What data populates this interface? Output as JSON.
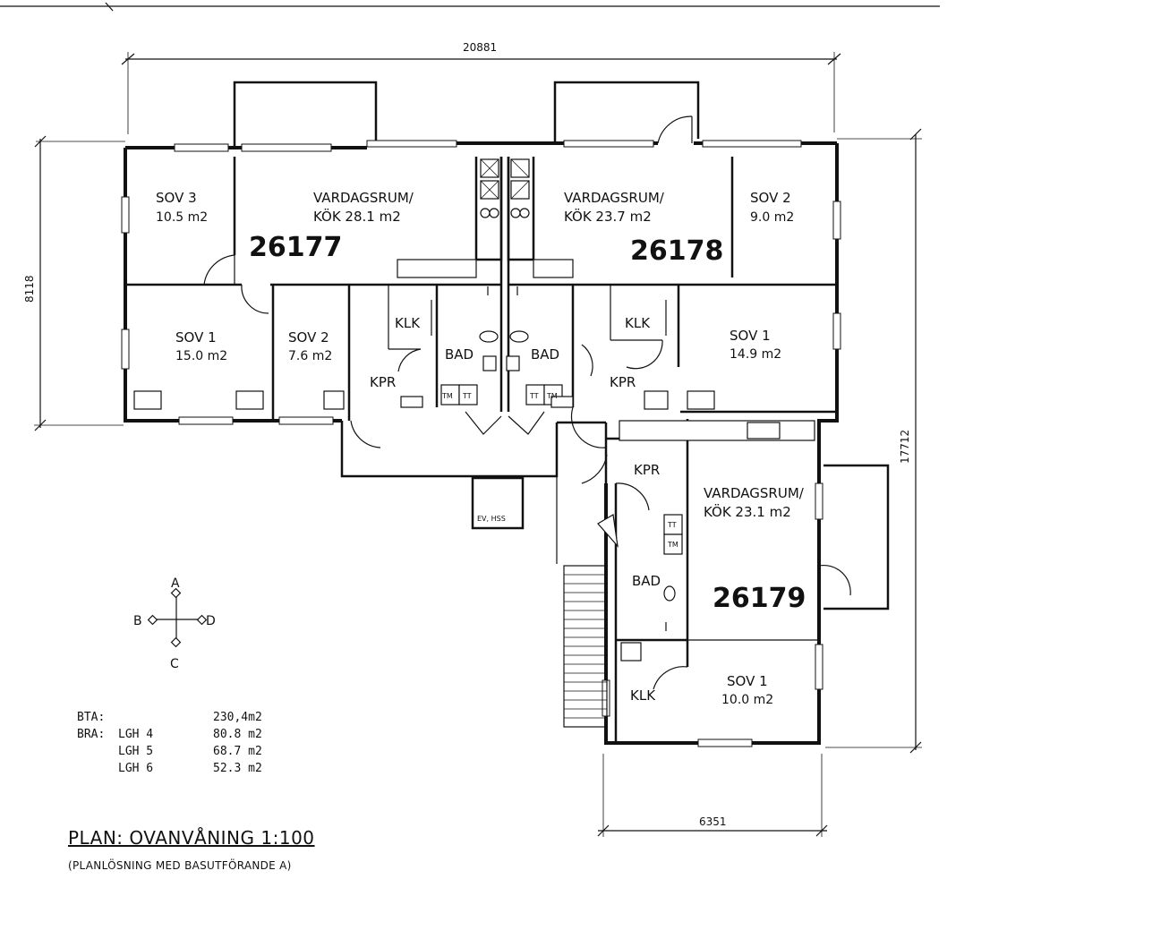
{
  "plan": {
    "title": "PLAN: OVANVÅNING 1:100",
    "subtitle": "(PLANLÖSNING MED BASUTFÖRANDE A)",
    "dimensions": {
      "top": "20881",
      "left": "8118",
      "right": "17712",
      "bottom": "6351"
    },
    "compass": {
      "a": "A",
      "b": "B",
      "c": "C",
      "d": "D"
    },
    "stair_box": "EV, HSS",
    "apartments": {
      "a26177": {
        "number": "26177",
        "living": {
          "name": "VARDAGSRUM/",
          "area": "KÖK 28.1 m2"
        },
        "sov3": {
          "name": "SOV 3",
          "area": "10.5 m2"
        },
        "sov1": {
          "name": "SOV 1",
          "area": "15.0 m2"
        },
        "sov2": {
          "name": "SOV 2",
          "area": "7.6 m2"
        },
        "klk": "KLK",
        "bad": "BAD",
        "kpr": "KPR",
        "tm": "TM",
        "tt": "TT"
      },
      "a26178": {
        "number": "26178",
        "living": {
          "name": "VARDAGSRUM/",
          "area": "KÖK 23.7 m2"
        },
        "sov2": {
          "name": "SOV 2",
          "area": "9.0 m2"
        },
        "sov1": {
          "name": "SOV 1",
          "area": "14.9 m2"
        },
        "klk": "KLK",
        "bad": "BAD",
        "kpr": "KPR",
        "tm": "TM",
        "tt": "TT"
      },
      "a26179": {
        "number": "26179",
        "living": {
          "name": "VARDAGSRUM/",
          "area": "KÖK 23.1 m2"
        },
        "sov1": {
          "name": "SOV 1",
          "area": "10.0 m2"
        },
        "klk": "KLK",
        "bad": "BAD",
        "kpr": "KPR",
        "tm": "TM",
        "tt": "TT"
      }
    },
    "areas": {
      "bta": {
        "label": "BTA:",
        "value": "230,4m2"
      },
      "bra_label": "BRA:",
      "rows": [
        {
          "name": "LGH 4",
          "value": "80.8 m2"
        },
        {
          "name": "LGH 5",
          "value": "68.7 m2"
        },
        {
          "name": "LGH 6",
          "value": "52.3 m2"
        }
      ]
    }
  }
}
